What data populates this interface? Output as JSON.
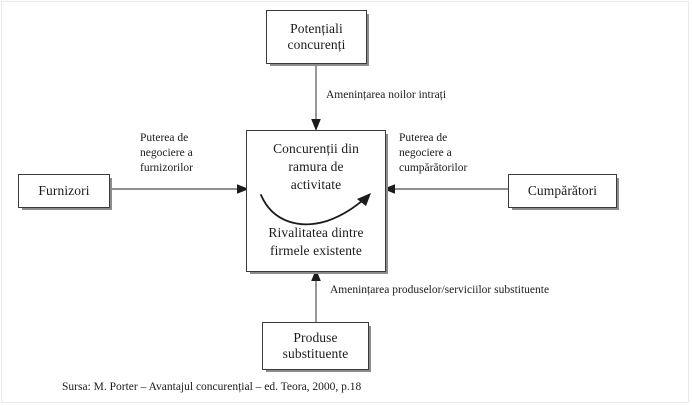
{
  "diagram": {
    "title_source": "Sursa: M. Porter – Avantajul concurențial – ed. Teora, 2000, p.18",
    "nodes": {
      "potentiali_concurenti": {
        "line1": "Potențiali",
        "line2": "concurenți"
      },
      "furnizori": {
        "label": "Furnizori"
      },
      "cumparatori": {
        "label": "Cumpărători"
      },
      "produse_substituente": {
        "line1": "Produse",
        "line2": "substituente"
      },
      "central": {
        "top_line1": "Concurenții din",
        "top_line2": "ramura de",
        "top_line3": "activitate",
        "bottom_line1": "Rivalitatea dintre",
        "bottom_line2": "firmele existente"
      }
    },
    "labels": {
      "amenintarea_noilor_intrati": "Amenințarea noilor intrați",
      "puterea_negociere_furnizorilor": "Puterea de\nnegociere a\nfurnizorilor",
      "puterea_negociere_cumparatorilor": "Puterea de\nnegociere a\ncumpărătorilor",
      "amenintarea_substituentelor": "Amenințarea produselor/serviciilor substituente"
    },
    "colors": {
      "line": "#6b6b6b",
      "box_border": "#3a3a3a",
      "box_shadow": "#8c8c8c",
      "text": "#1b1b1b",
      "background": "#ffffff"
    }
  }
}
